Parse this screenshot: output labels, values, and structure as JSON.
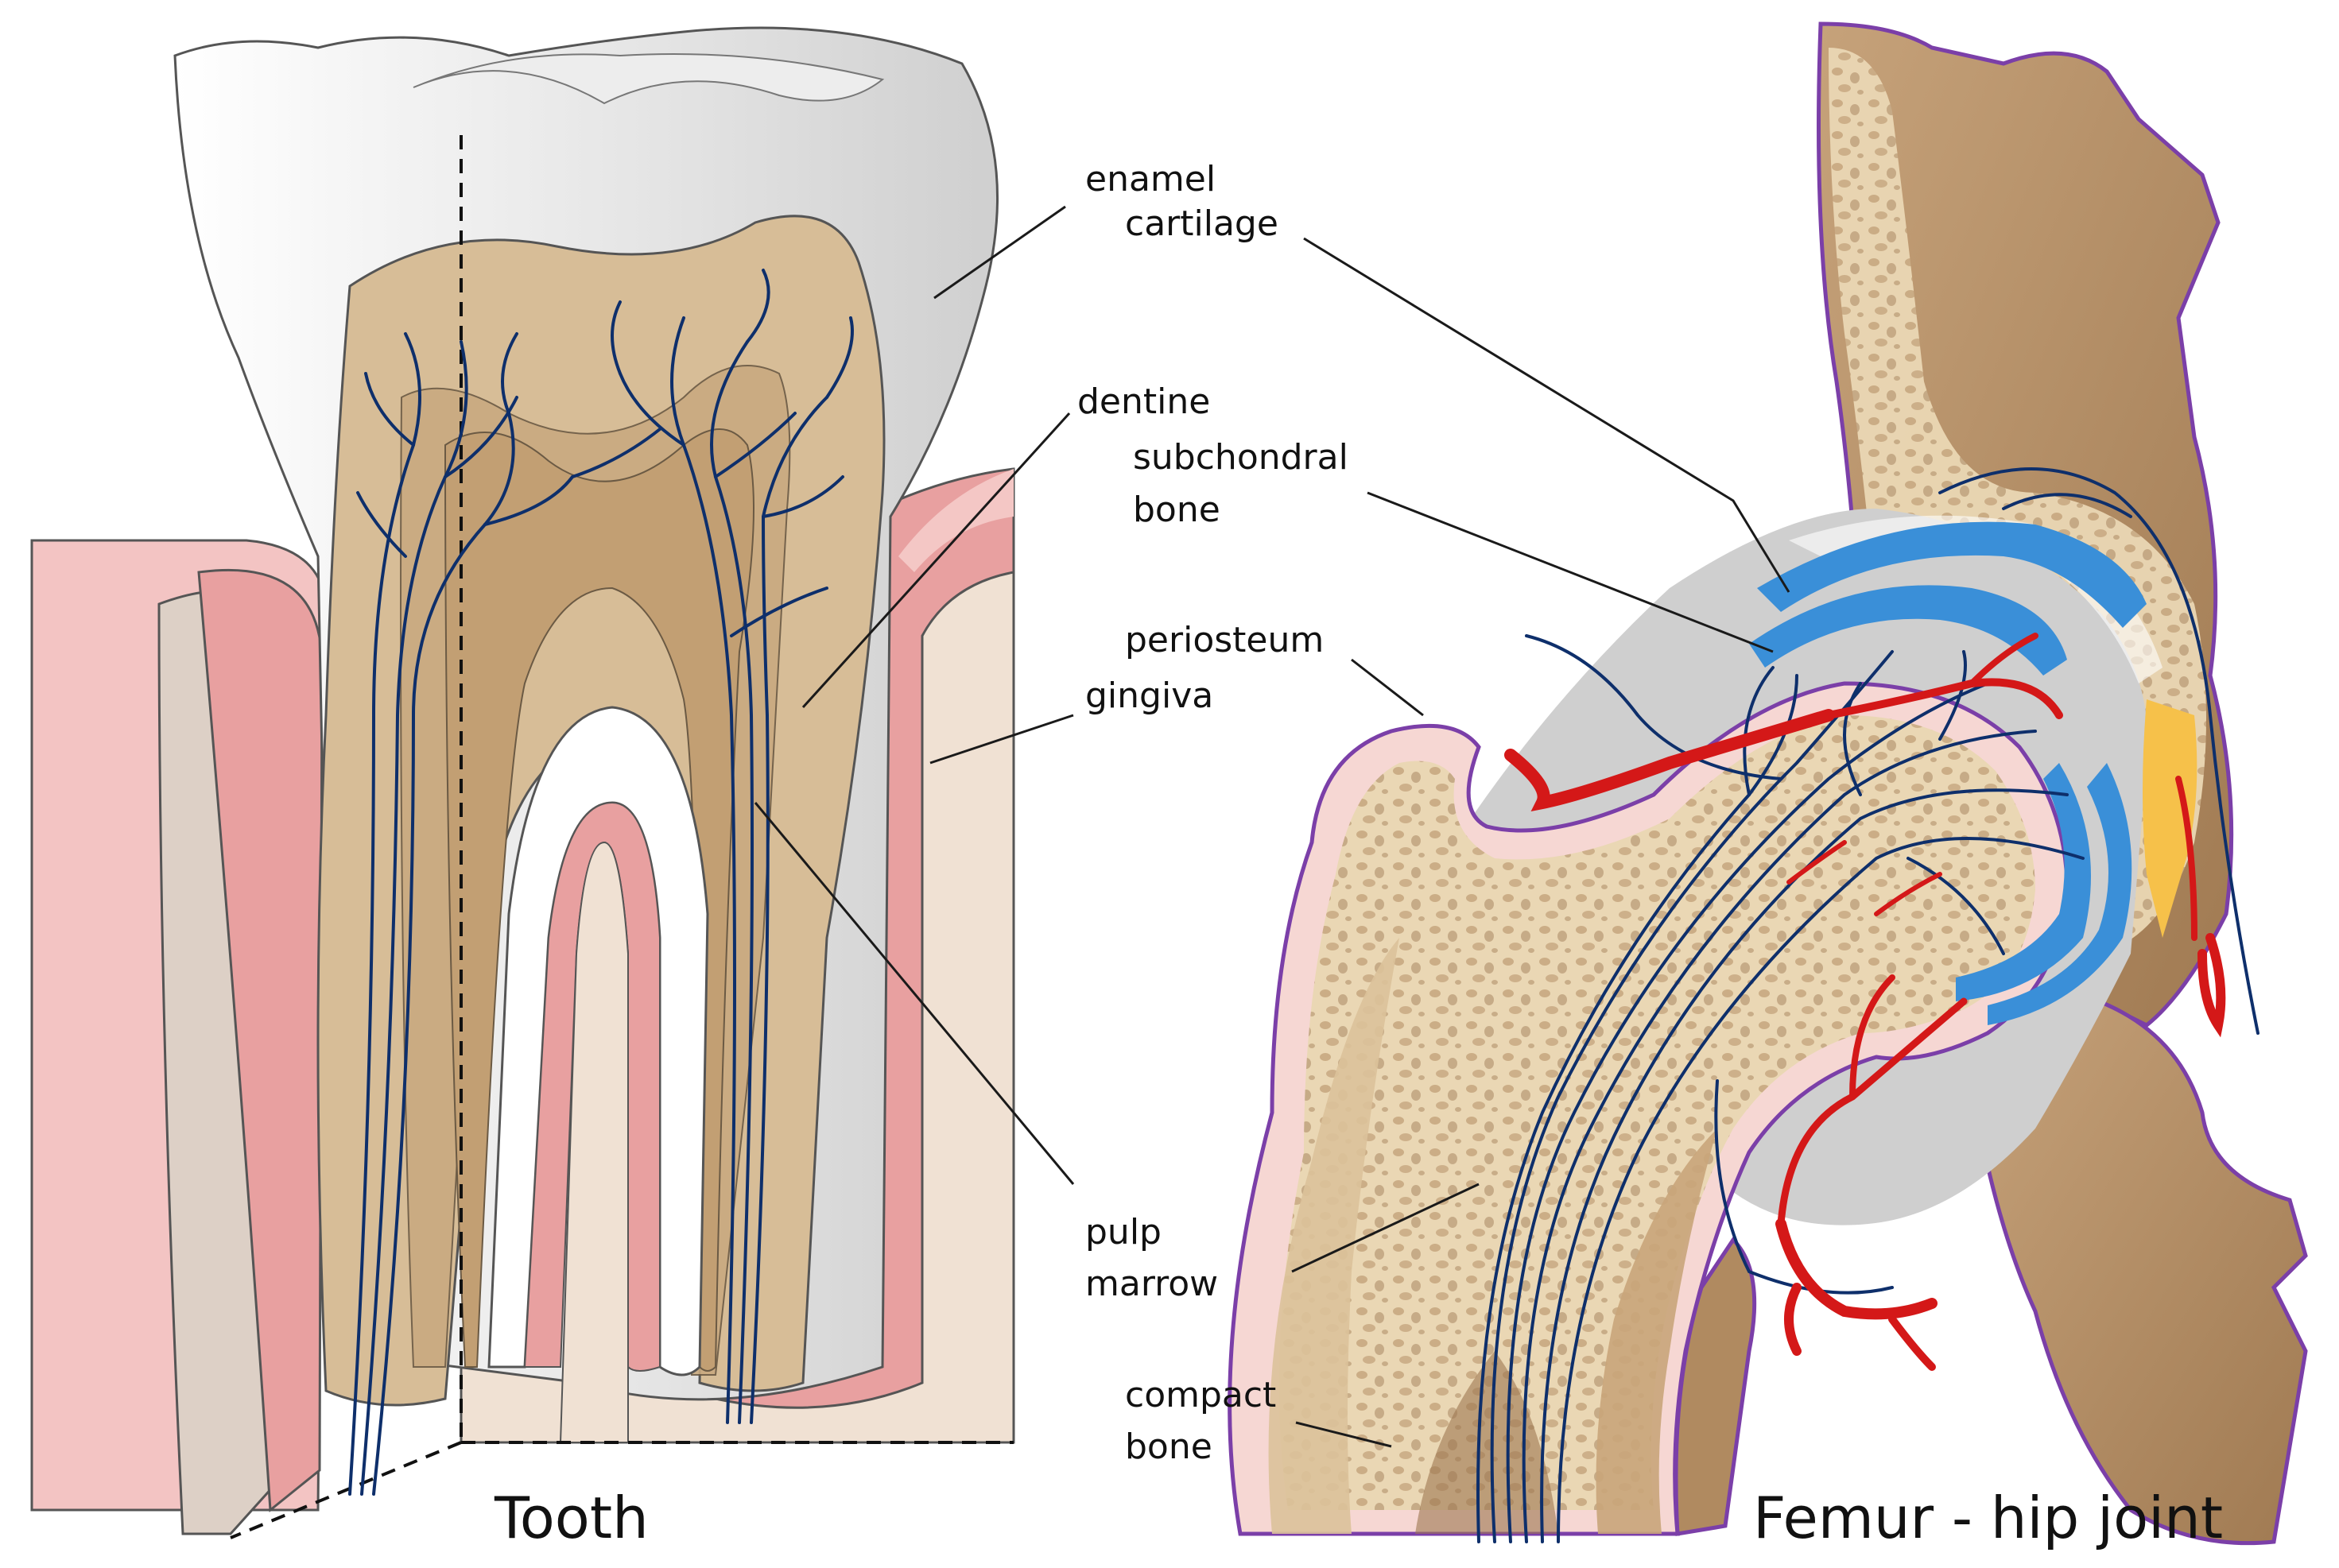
{
  "labels": {
    "enamel": "enamel",
    "cartilage": "cartilage",
    "dentine": "dentine",
    "subchondral_1": "subchondral",
    "subchondral_2": "bone",
    "periosteum": "periosteum",
    "gingiva": "gingiva",
    "pulp": "pulp",
    "marrow": "marrow",
    "compact_1": "compact",
    "compact_2": "bone"
  },
  "captions": {
    "tooth": "Tooth",
    "femur": "Femur - hip joint"
  },
  "colors": {
    "enamel": "#ffffff",
    "dentine": "#d7bd97",
    "pulp": "#c8a77c",
    "gingiva": "#e8a0a0",
    "gingiva_light": "#f4c7c5",
    "cartilage": "#3a8fd8",
    "bone_trabecular": "#e6d0aa",
    "compact_bone": "#b98f60",
    "periosteum_outline": "#7b3fa8",
    "nerve": "#0e2f6b",
    "vessel": "#d41818",
    "capsule_gray": "#cfcfcf",
    "fat_pad": "#f6c14a"
  }
}
